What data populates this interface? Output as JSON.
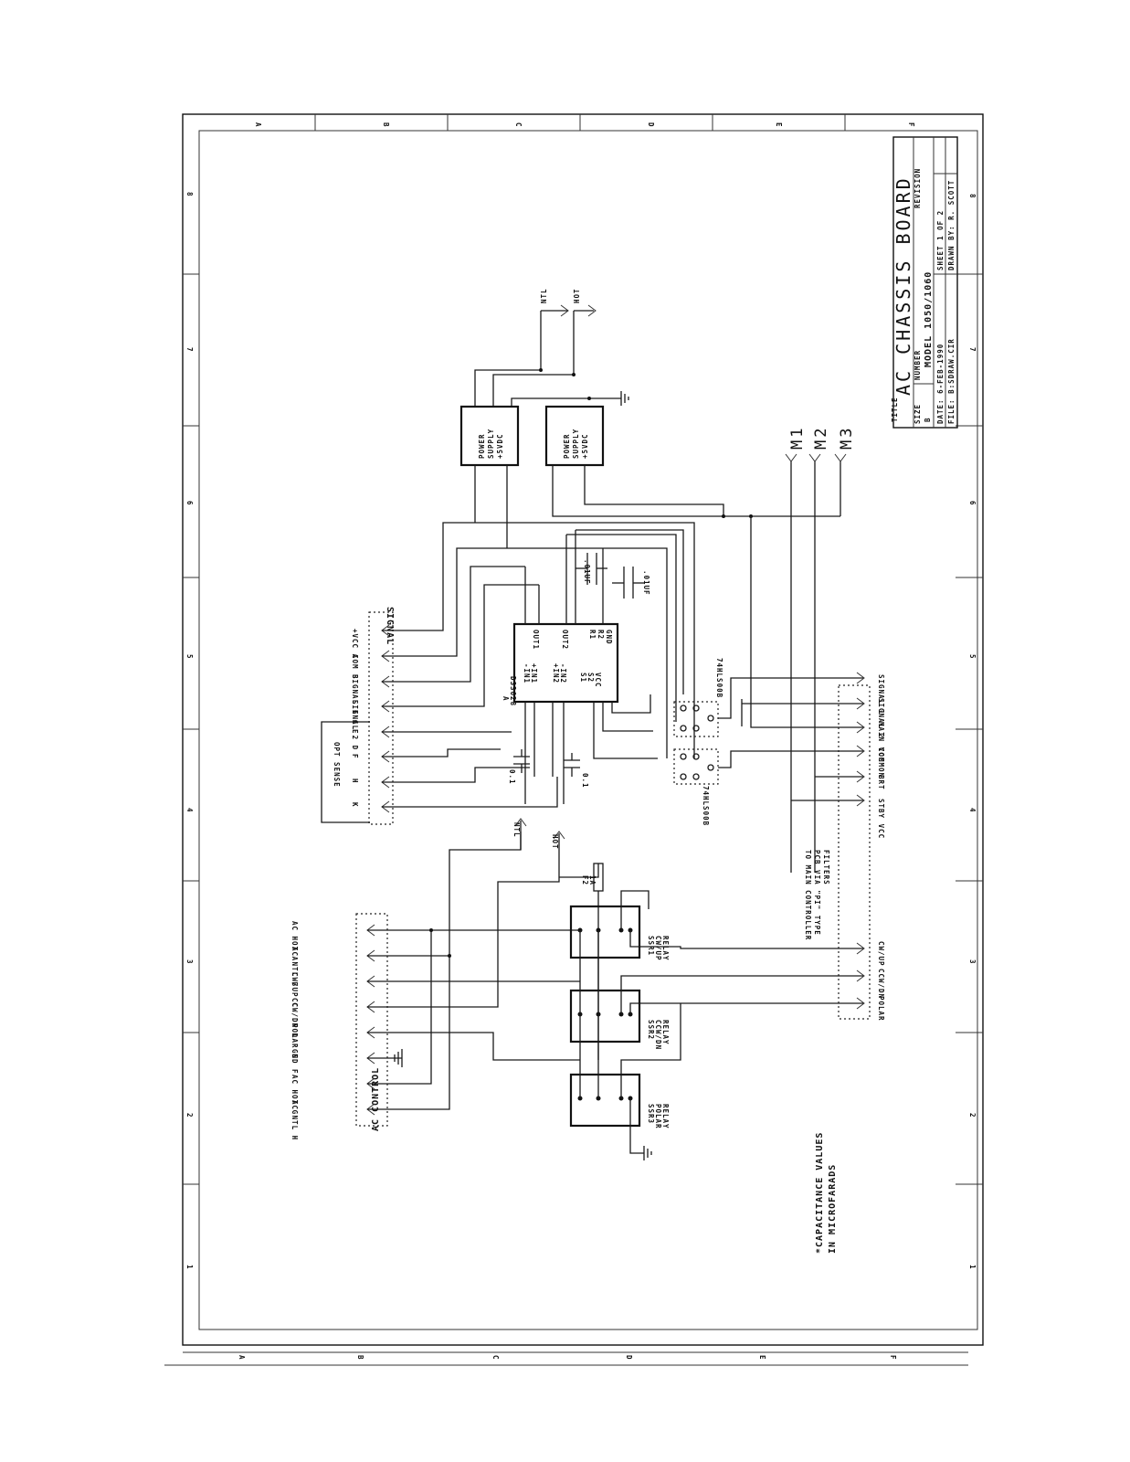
{
  "title_block": {
    "prefix": "TITLE",
    "title": "AC CHASSIS BOARD",
    "size_label": "SIZE",
    "size_value": "B",
    "number_label": "NUMBER",
    "model": "MODEL 1050/1060",
    "revision_label": "REVISION",
    "date": "DATE: 6-FEB-1990",
    "sheet": "SHEET  1  OF  2",
    "file": "FILE: B:SDRAW.CIR",
    "drawn": "DRAWN BY: R. SCOTT"
  },
  "border": {
    "letters_top": [
      "A",
      "B",
      "C",
      "D",
      "E",
      "F"
    ],
    "letters_bottom": [
      "A",
      "B",
      "C",
      "D",
      "E",
      "F"
    ],
    "numbers": [
      "1",
      "2",
      "3",
      "4",
      "5",
      "6",
      "7",
      "8"
    ]
  },
  "connectors": {
    "signal": {
      "label": "SIGNAL",
      "pins": [
        "+VCC  A",
        "COM  B",
        "SIGNAL 1  C",
        "SIGNAL 2  D",
        "E",
        "F",
        "H",
        "K"
      ]
    },
    "opt": {
      "label": "OPT SENSE"
    },
    "ac_control": {
      "label": "AC CONTROL",
      "pins": [
        "AC HOT  A",
        "AC NTL  B",
        "CW/UP  C",
        "CCW/DN  D",
        "POLAR  E",
        "GND  F",
        "AC HOT  G",
        "AC NTL  H"
      ]
    },
    "main": {
      "pins": [
        "SIGNAL 1",
        "SIGNAL 2",
        "MAIN VCC",
        "COMMON",
        "BRT",
        "STBY VCC",
        "CW/UP",
        "CCW/DN",
        "POLAR"
      ],
      "note": [
        "TO MAIN CONTROLLER",
        "PCB VIA \"PI\" TYPE",
        "FILTERS"
      ]
    }
  },
  "components": {
    "psu1": [
      "POWER",
      "SUPPLY",
      "+5VDC"
    ],
    "psu2": [
      "POWER",
      "SUPPLY",
      "+5VDC"
    ],
    "ic": {
      "ref": "A",
      "part": "DS3628",
      "left_pins": [
        "-IN1",
        "+IN1",
        "+IN2",
        "-IN2",
        "S1",
        "S2",
        "VCC"
      ],
      "right_pins": [
        "OUT1",
        "OUT2",
        "R1",
        "R2",
        "GND"
      ]
    },
    "cap1": ".01UF",
    "cap2": ".01UF",
    "cap3": "0.1",
    "cap4": "0.1",
    "buf1": "74HLS00B",
    "buf2": "74HLS00B",
    "fuse": [
      "F2",
      "1A"
    ],
    "relays": [
      [
        "SSR1",
        "CW/UP",
        "RELAY"
      ],
      [
        "SSR2",
        "CCW/DN",
        "RELAY"
      ],
      [
        "SSR3",
        "POLAR",
        "RELAY"
      ]
    ]
  },
  "nets": {
    "ntl": "NTL",
    "hot": "HOT",
    "m1": "M1",
    "m2": "M2",
    "m3": "M3"
  },
  "notes": [
    "*CAPACITANCE VALUES",
    "IN MICROFARADS"
  ]
}
